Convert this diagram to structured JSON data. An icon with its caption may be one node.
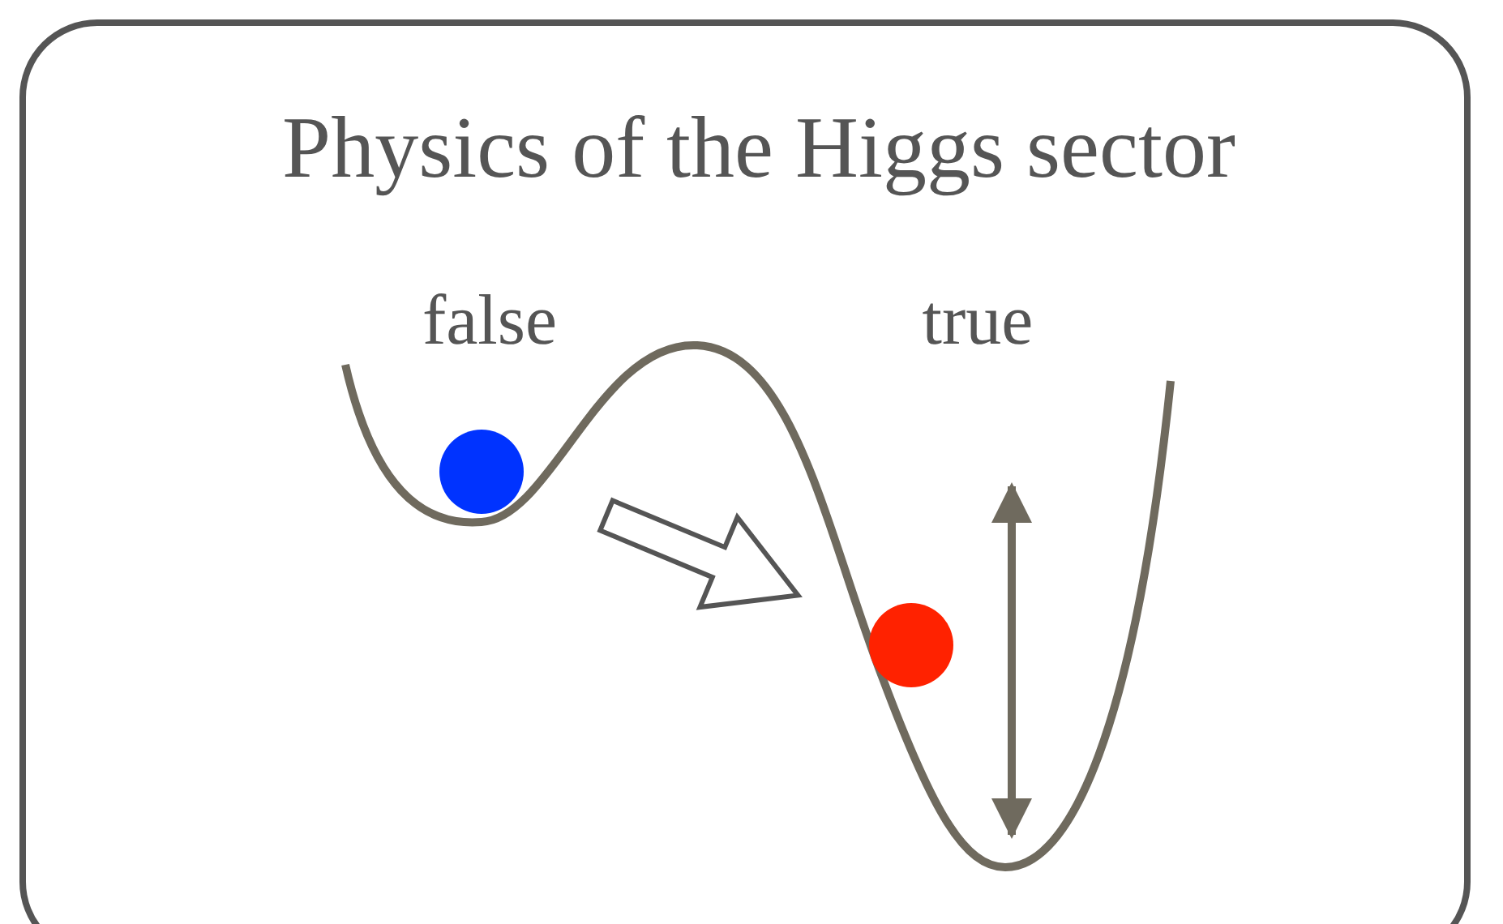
{
  "diagram": {
    "title": "Physics of the Higgs sector",
    "labels": [
      "false",
      "true"
    ]
  }
}
